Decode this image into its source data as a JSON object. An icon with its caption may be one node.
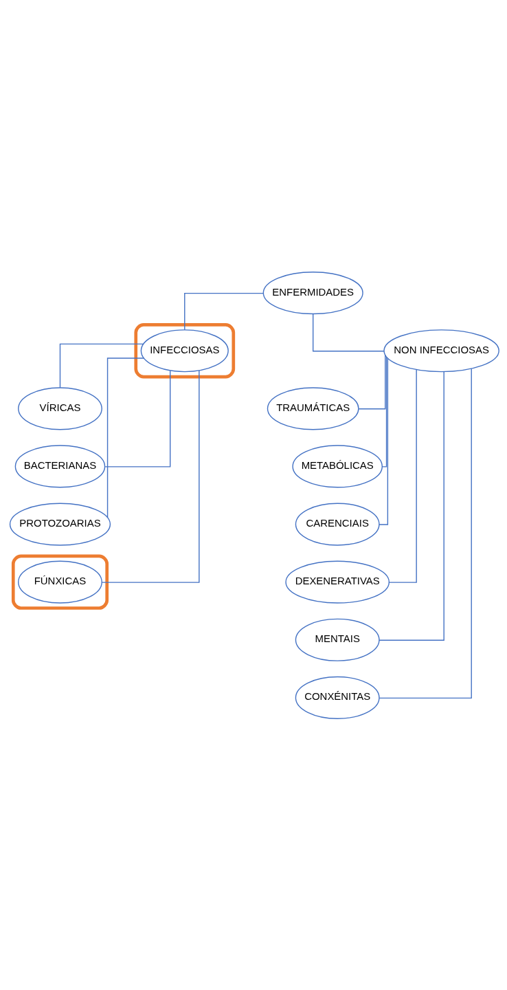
{
  "diagram": {
    "nodes": [
      {
        "text": [
          "ENFERMIDADES"
        ]
      },
      {
        "text": [],
        "shape": "box"
      },
      {
        "text": [
          "INFECCIOSAS"
        ],
        "in": 1
      },
      {
        "text": [
          "NON INFECCIOSAS"
        ]
      },
      {
        "text": [
          "VÍRICAS"
        ]
      },
      {
        "text": [
          "BACTERIANAS"
        ]
      },
      {
        "text": [
          "PROTOZOARIAS"
        ]
      },
      {
        "text": [],
        "shape": "box"
      },
      {
        "text": [
          "FÚNXICAS"
        ],
        "in": 7
      },
      {
        "text": [
          "TRAUMÁTICAS"
        ]
      },
      {
        "text": [
          "METABÓLICAS"
        ]
      },
      {
        "text": [
          "CARENCIAIS"
        ]
      },
      {
        "text": [
          "DEXENERATIVAS"
        ]
      },
      {
        "text": [
          "MENTAIS"
        ]
      },
      {
        "text": [
          "CONXÉNITAS"
        ]
      }
    ],
    "edges": [
      {
        "from": 0,
        "to": 2,
        "arrow": "none"
      },
      {
        "from": 0,
        "to": 3,
        "arrow": "none"
      },
      {
        "from": 2,
        "to": 4,
        "arrow": "none"
      },
      {
        "from": 2,
        "to": 5,
        "arrow": "none"
      },
      {
        "from": 2,
        "to": 6,
        "arrow": "none"
      },
      {
        "from": 2,
        "to": 8,
        "arrow": "none"
      },
      {
        "from": 3,
        "to": 9,
        "arrow": "none"
      },
      {
        "from": 3,
        "to": 10,
        "arrow": "none"
      },
      {
        "from": 3,
        "to": 11,
        "arrow": "none"
      },
      {
        "from": 3,
        "to": 12,
        "arrow": "none"
      },
      {
        "from": 3,
        "to": 13,
        "arrow": "none"
      },
      {
        "from": 3,
        "to": 14,
        "arrow": "none"
      }
    ]
  }
}
